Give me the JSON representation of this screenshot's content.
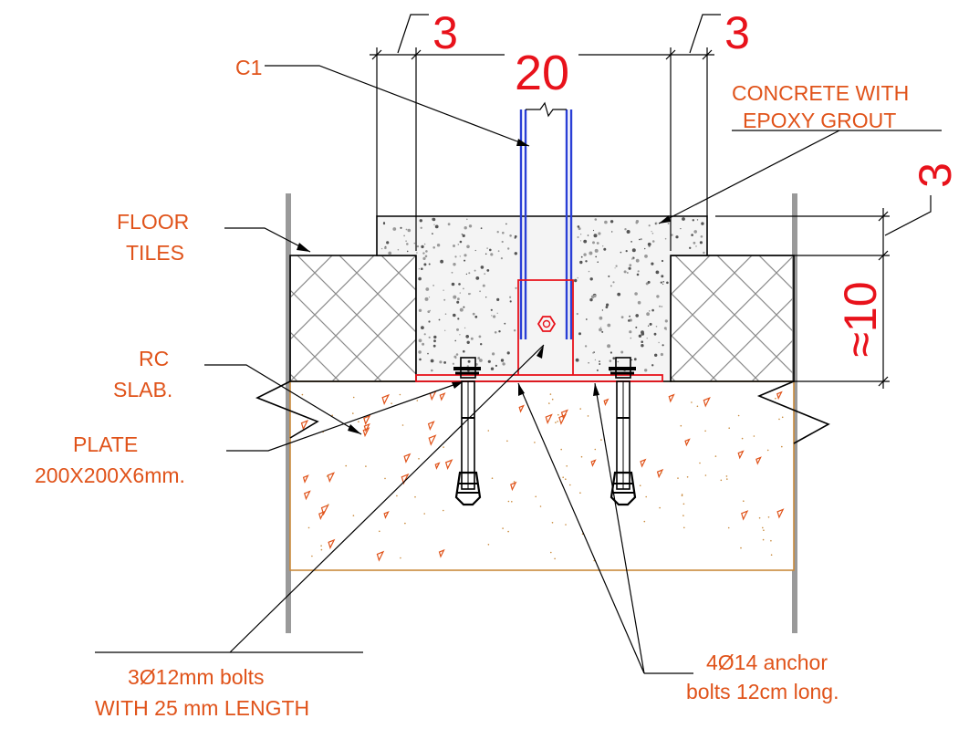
{
  "labels": {
    "c1": "C1",
    "concrete_line1": "CONCRETE WITH",
    "concrete_line2": "EPOXY GROUT",
    "floor_line1": "FLOOR",
    "floor_line2": "TILES",
    "rc_line1": "RC",
    "rc_line2": "SLAB.",
    "plate_line1": "PLATE",
    "plate_line2": "200X200X6mm.",
    "bolts_line1": "3Ø12mm bolts",
    "bolts_line2": "WITH 25 mm LENGTH",
    "anchor_line1": "4Ø14 anchor",
    "anchor_line2": "bolts 12cm long."
  },
  "dimensions": {
    "top_width": "20",
    "left_gap": "3",
    "right_gap": "3",
    "grout_thickness": "3",
    "tile_thickness": "≈10"
  },
  "colors": {
    "label": "#e0531a",
    "dimension": "#e8121b",
    "column": "#2a3fd6",
    "plate": "#e8121b",
    "slab_outline": "#c98a3c",
    "wall": "#9a9a9a"
  },
  "icons": [
    "hex-nut-icon"
  ]
}
